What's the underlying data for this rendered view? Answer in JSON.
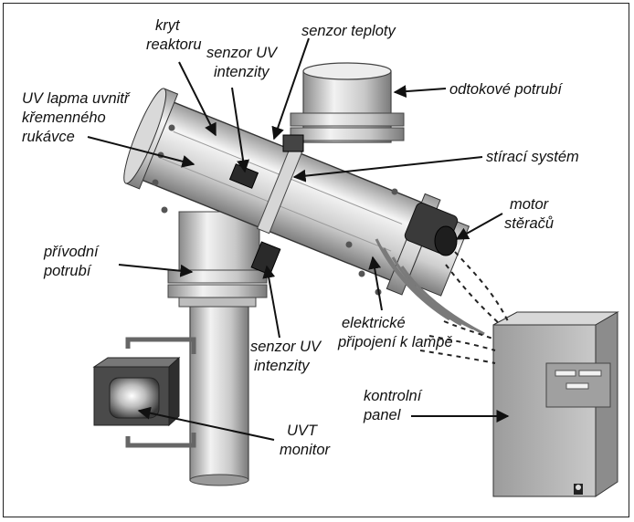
{
  "labels": {
    "kryt_reaktoru": [
      "kryt",
      "reaktoru"
    ],
    "senzor_uv_top": [
      "senzor UV",
      "intenzity"
    ],
    "senzor_teploty": "senzor teploty",
    "odtokove_potrubi": "odtokové potrubí",
    "uv_lampa": [
      "UV lapma uvnitř",
      "křemenného",
      "rukávce"
    ],
    "stiraci_system": "stírací systém",
    "motor_stracu": [
      "motor",
      "stěračů"
    ],
    "privodni_potrubi": [
      "přívodní",
      "potrubí"
    ],
    "elektricke_pripojeni": [
      "elektrické",
      "připojení k lampě"
    ],
    "senzor_uv_bottom": [
      "senzor UV",
      "intenzity"
    ],
    "kontrolni_panel": [
      "kontrolní",
      "panel"
    ],
    "uvt_monitor": [
      "UVT",
      "monitor"
    ]
  },
  "colors": {
    "metal_light": "#e6e6e6",
    "metal_mid": "#b9b9b9",
    "metal_dark": "#6e6e6e",
    "outline": "#333333",
    "arrow": "#111111"
  }
}
